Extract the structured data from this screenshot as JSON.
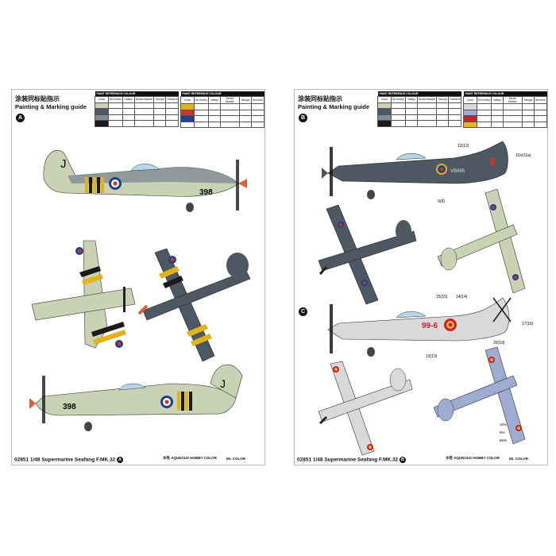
{
  "sheet_a": {
    "title_cn": "涂装同标贴指示",
    "title_en": "Painting & Marking guide",
    "badge": "A",
    "table_left": {
      "header": "PAINT REFERENCE COLOUR",
      "cols": [
        "Color",
        "Mr.Hobby",
        "Vallejo",
        "Model Master",
        "Tamiya",
        "Humbrol"
      ]
    },
    "table_right": {
      "header": "PAINT REFERENCE COLOUR",
      "cols": [
        "Color",
        "Mr.Hobby",
        "Vallejo",
        "Model Master",
        "Tamiya",
        "Humbrol"
      ]
    },
    "codes": {
      "top_j": "J",
      "side_398": "398",
      "bottom_j": "J",
      "bottom_398": "398"
    },
    "legend_left": "水性 AQUEOUS HOBBY COLOR",
    "legend_right": "Mr. COLOR",
    "footer": "02851 1/48 Supermarine Seafang F.MK.32",
    "footer_badge": "A"
  },
  "sheet_b": {
    "title_cn": "涂装同标贴指示",
    "title_en": "Painting & Marking guide",
    "badge_b": "B",
    "badge_c": "C",
    "table_left": {
      "header": "PAINT REFERENCE COLOUR",
      "cols": [
        "Color",
        "Mr.Hobby",
        "Vallejo",
        "Model Master",
        "Tamiya",
        "Humbrol"
      ]
    },
    "table_right": {
      "header": "PAINT REFERENCE COLOUR",
      "cols": [
        "Color",
        "Mr.Hobby",
        "Vallejo",
        "Model Master",
        "Tamiya",
        "Humbrol"
      ]
    },
    "codes": {
      "serial_b": "VB895",
      "serial_c": "99-6"
    },
    "callouts": {
      "c12": "12(12)",
      "c11": "11b(11a)",
      "c15": "15(15)",
      "c14": "14(14)",
      "c17": "17(16)",
      "c13": "13(13)",
      "c20": "20(19)",
      "c9": "9(9)",
      "p10": "10%",
      "p5": "5%",
      "p85": "85%"
    },
    "legend_left": "水性 AQUEOUS HOBBY COLOR",
    "legend_right": "Mr. COLOR",
    "footer": "02851 1/48 Supermarine Seafang F.MK.32",
    "footer_badge": "B"
  },
  "colors": {
    "grey_green": "#c9d3b4",
    "dark_slate": "#4d5863",
    "ocean_grey": "#7f8c95",
    "yellow": "#e3b31c",
    "black": "#1a1a1a",
    "roundel_blue": "#1f3f8f",
    "roundel_red": "#c23a2e",
    "spinner": "#e0603a",
    "light_grey": "#d9d9d9",
    "pale_blue": "#9eacd1",
    "spanish_red": "#c4222a",
    "spanish_yellow": "#e8b52a"
  }
}
